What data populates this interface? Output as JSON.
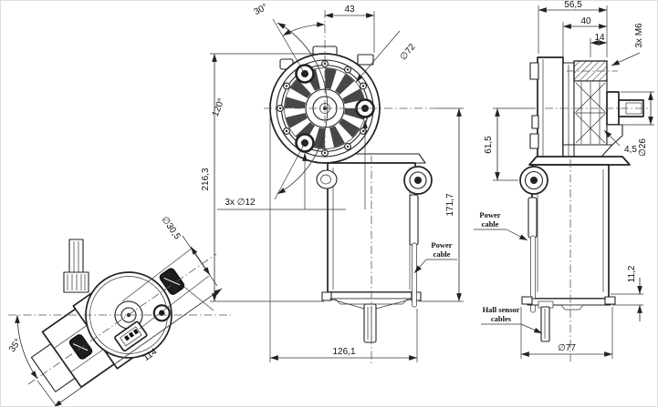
{
  "colors": {
    "background": "#ffffff",
    "line": "#222222"
  },
  "views": {
    "front": {
      "dims": {
        "angle_top": "30°",
        "width_top": "43",
        "pitch_circle": "∅72",
        "mount_angle": "120°",
        "overall_height": "216,3",
        "mount_holes": "3x ∅12",
        "body_height": "171,7",
        "overall_width": "126,1"
      },
      "notes": {
        "power_line1": "Power",
        "power_line2": "cable"
      }
    },
    "side": {
      "dims": {
        "gearbox_depth": "56,5",
        "cover_depth": "40",
        "hub_width": "14",
        "tapped_holes": "3x M6",
        "shaft_offset": "61,5",
        "spline_offset": "4,5",
        "collar_dia": "∅26",
        "base_height": "11,2",
        "body_dia": "∅77"
      },
      "notes": {
        "power_line1": "Power",
        "power_line2": "cable",
        "hall_line1": "Hall sensor",
        "hall_line2": "cables"
      }
    },
    "tilted": {
      "dims": {
        "boss_dia": "∅30,5",
        "tilt_angle": "35°",
        "length": "114"
      }
    }
  }
}
